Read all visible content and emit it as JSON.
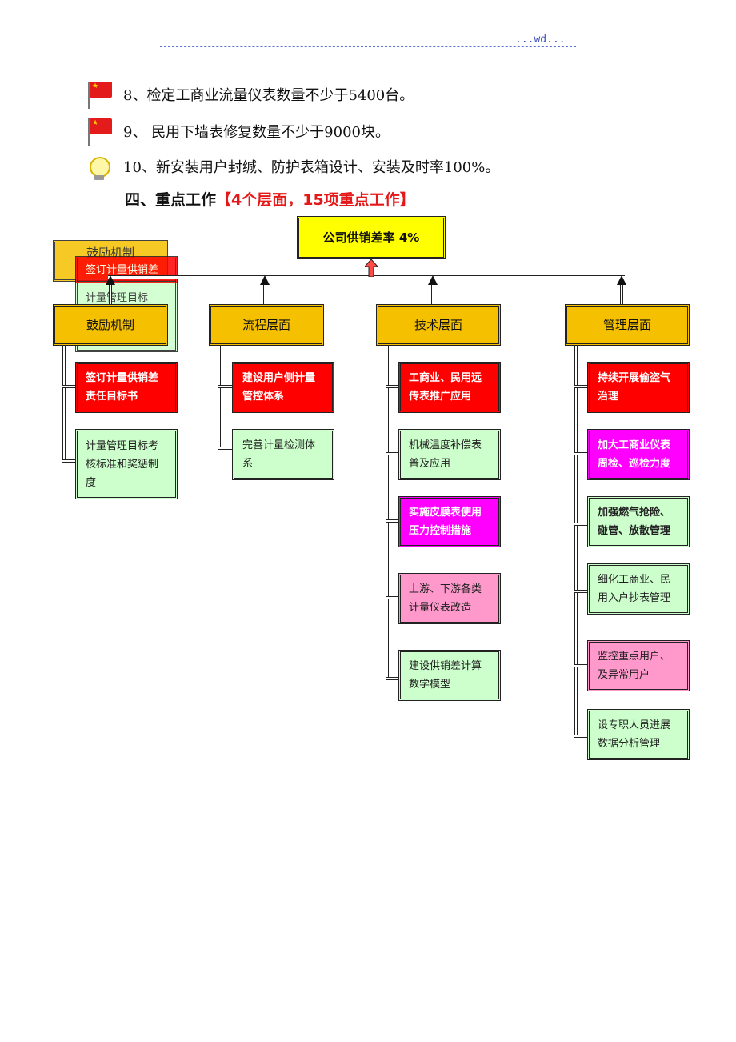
{
  "header": {
    "mark": "...wd..."
  },
  "items": [
    {
      "icon": "flag-icon",
      "text": "8、检定工商业流量仪表数量不少于5400台。"
    },
    {
      "icon": "flag-icon",
      "text": "9、 民用下墙表修复数量不少于9000块。"
    },
    {
      "icon": "lightbulb-icon",
      "text": "10、新安装用户封缄、防护表箱设计、安装及时率100%。"
    }
  ],
  "section": {
    "prefix": "四、重点工作",
    "highlight": "【4个层面，15项重点工作】",
    "highlight_color": "#e41818"
  },
  "chart": {
    "root": "公司供销差率 4%",
    "colors": {
      "yellow": "#f5c000",
      "red": "#ff0000",
      "green": "#ccffcc",
      "magenta": "#ff00ff",
      "pink": "#ff99cc"
    },
    "groups": [
      {
        "title": "鼓励机制",
        "items": [
          {
            "text": "签订计量供销差责任目标书",
            "style": "red"
          },
          {
            "text": "计量管理目标考核标准和奖惩制度",
            "style": "green"
          }
        ]
      },
      {
        "title": "流程层面",
        "items": [
          {
            "text": "建设用户侧计量管控体系",
            "style": "red"
          },
          {
            "text": "完善计量检测体系",
            "style": "green"
          }
        ]
      },
      {
        "title": "技术层面",
        "items": [
          {
            "text": "工商业、民用远传表推广应用",
            "style": "red"
          },
          {
            "text": "机械温度补偿表普及应用",
            "style": "green"
          },
          {
            "text": "实施皮膜表使用压力控制措施",
            "style": "magenta"
          },
          {
            "text": "上游、下游各类计量仪表改造",
            "style": "pink"
          },
          {
            "text": "建设供销差计算数学模型",
            "style": "green"
          }
        ]
      },
      {
        "title": "管理层面",
        "items": [
          {
            "text": "持续开展偷盗气治理",
            "style": "red"
          },
          {
            "text": "加大工商业仪表周检、巡检力度",
            "style": "magenta"
          },
          {
            "text": "加强燃气抢险、碰管、放散管理",
            "style": "green-bold"
          },
          {
            "text": "细化工商业、民用入户抄表管理",
            "style": "green"
          },
          {
            "text": "监控重点用户、及异常用户",
            "style": "pink"
          },
          {
            "text": "设专职人员进展数据分析管理",
            "style": "green"
          }
        ]
      }
    ],
    "ghost": {
      "title": "鼓励机制",
      "item1": "签订计量供销差",
      "item2": "计量管理目标"
    }
  }
}
